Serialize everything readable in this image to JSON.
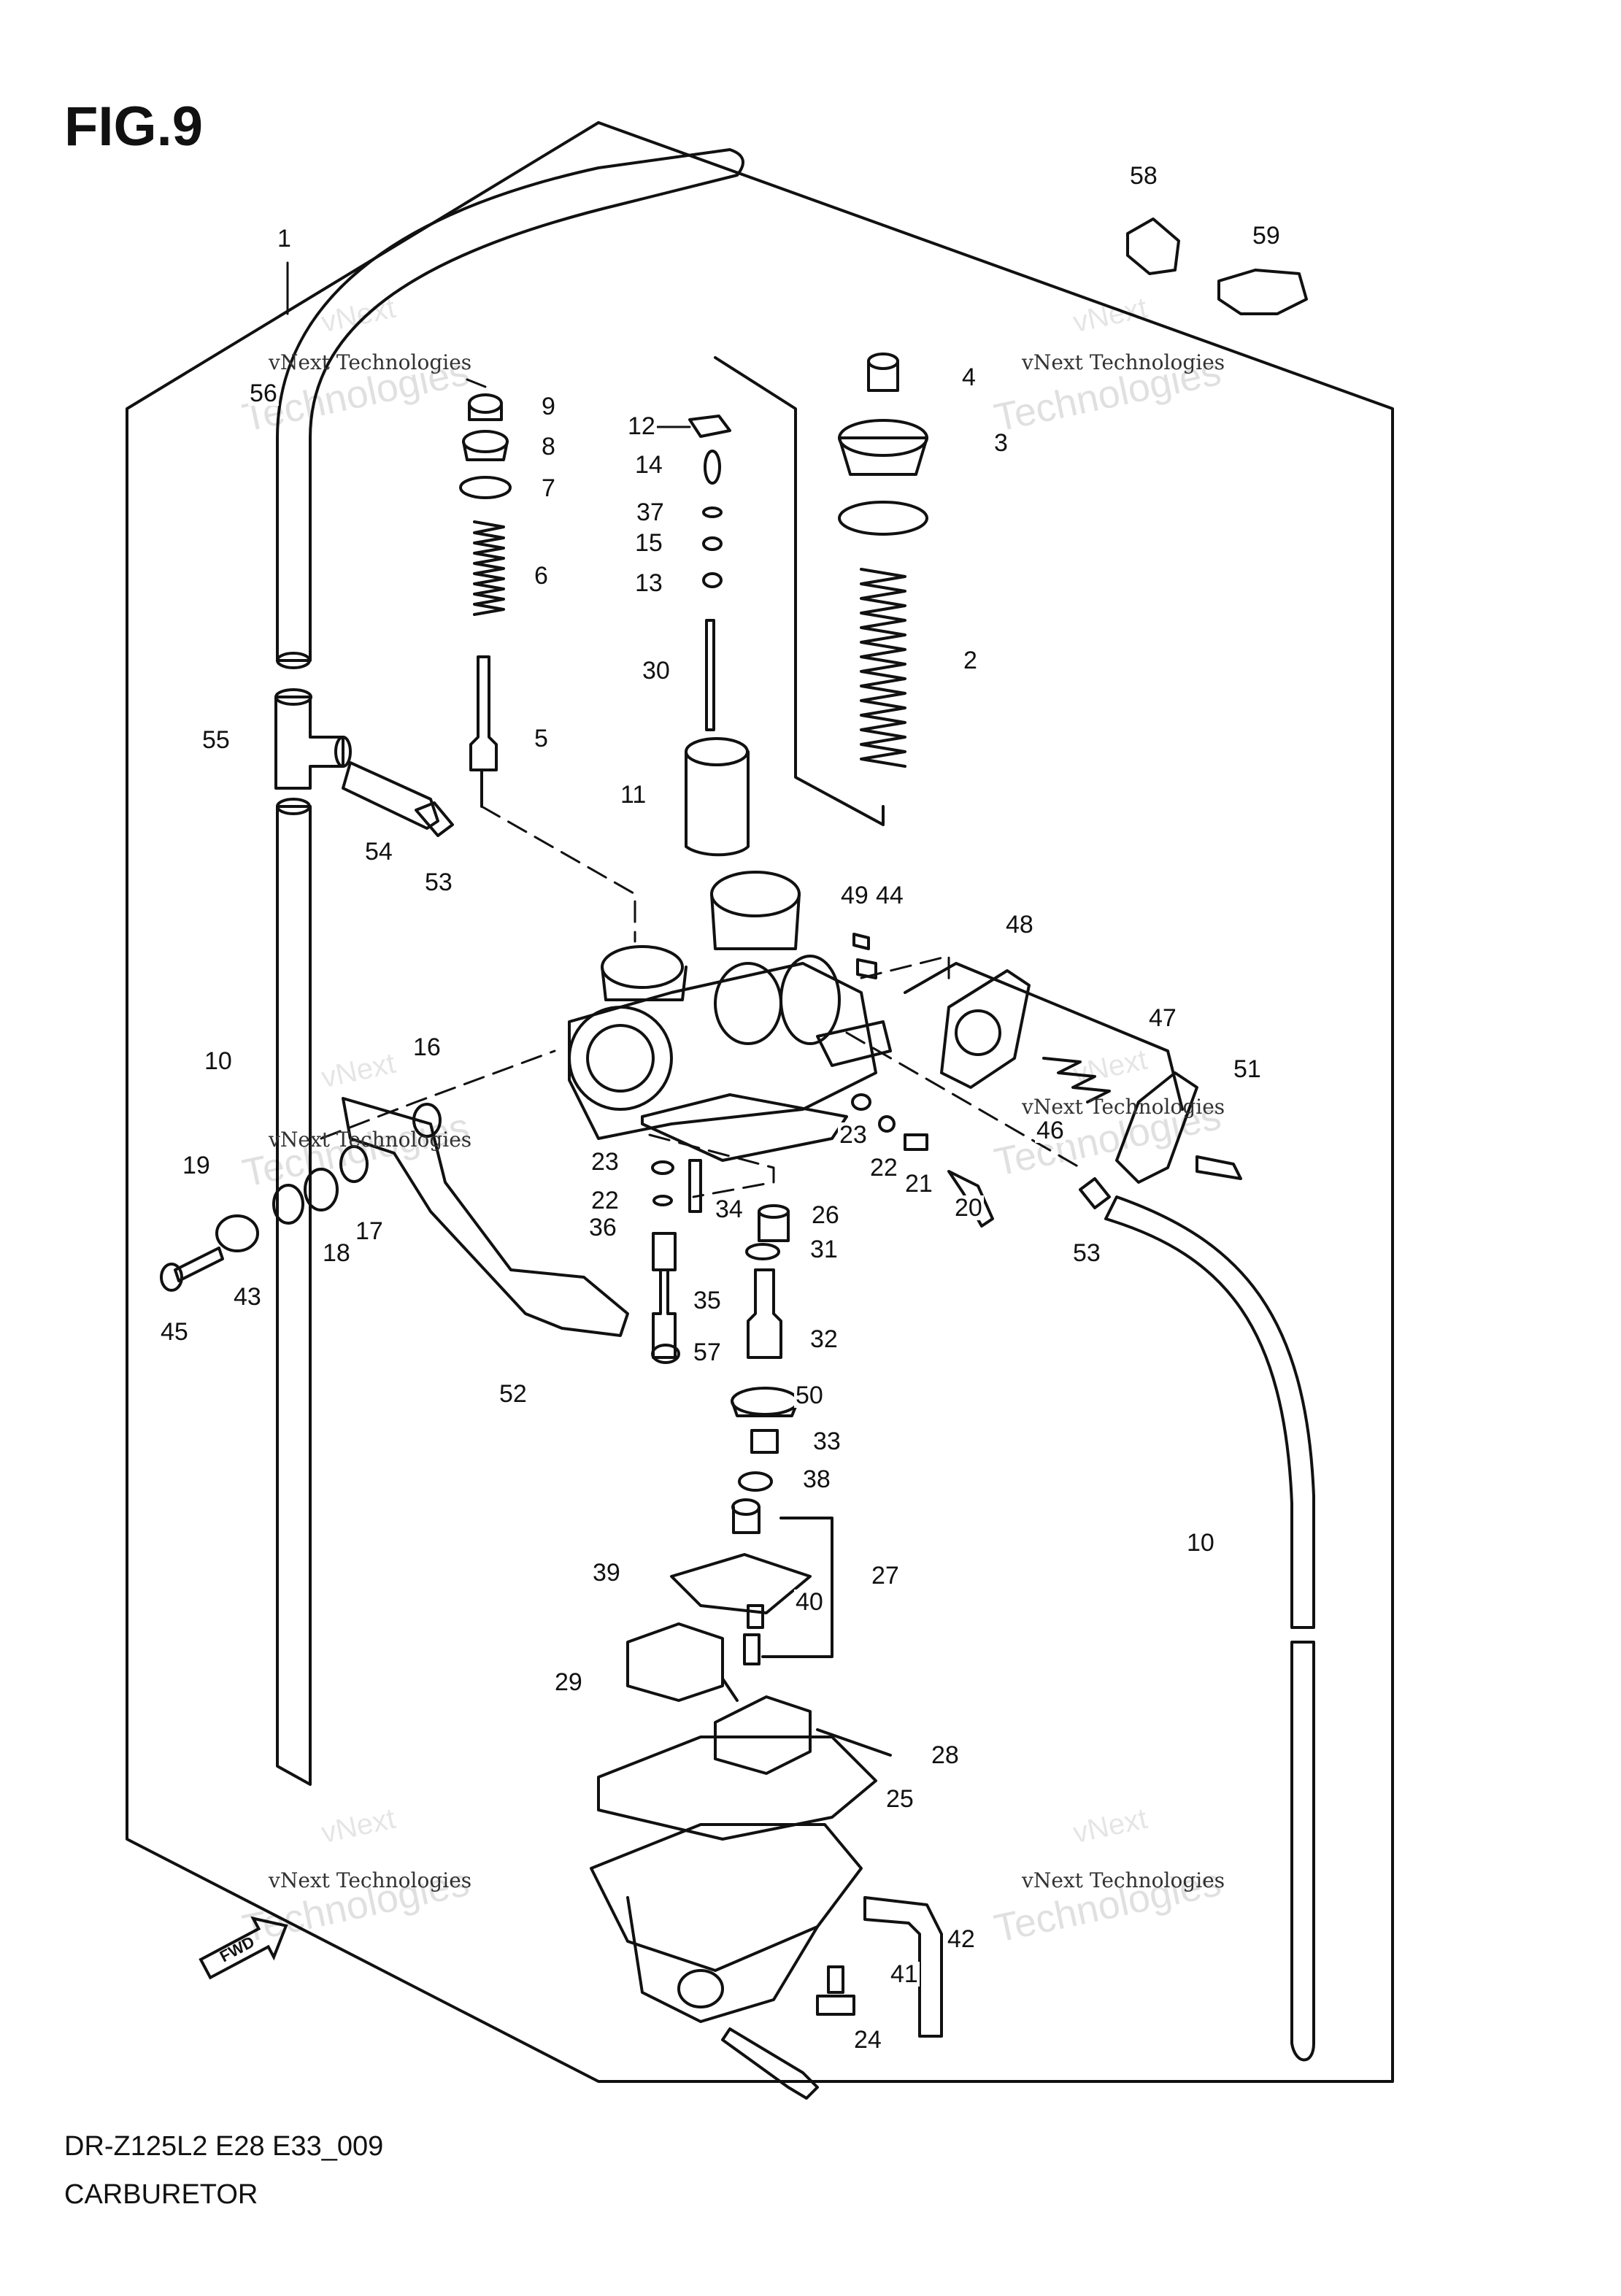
{
  "figure": {
    "title": "FIG.9"
  },
  "footer": {
    "model": "DR-Z125L2 E28 E33_009",
    "section": "CARBURETOR"
  },
  "fwd_label": "FWD",
  "watermark": {
    "company": "vNext Technologies",
    "brand_word_1": "vNext",
    "brand_word_2": "Technologies"
  },
  "parts": [
    "1",
    "2",
    "3",
    "4",
    "5",
    "6",
    "7",
    "8",
    "9",
    "10",
    "10",
    "11",
    "12",
    "13",
    "14",
    "15",
    "16",
    "17",
    "18",
    "19",
    "20",
    "21",
    "22",
    "22",
    "23",
    "23",
    "24",
    "25",
    "26",
    "27",
    "28",
    "29",
    "30",
    "31",
    "32",
    "33",
    "34",
    "35",
    "36",
    "37",
    "38",
    "39",
    "40",
    "41",
    "42",
    "43",
    "44",
    "45",
    "46",
    "47",
    "48",
    "49",
    "50",
    "51",
    "52",
    "53",
    "53",
    "54",
    "55",
    "56",
    "57",
    "58",
    "59"
  ]
}
